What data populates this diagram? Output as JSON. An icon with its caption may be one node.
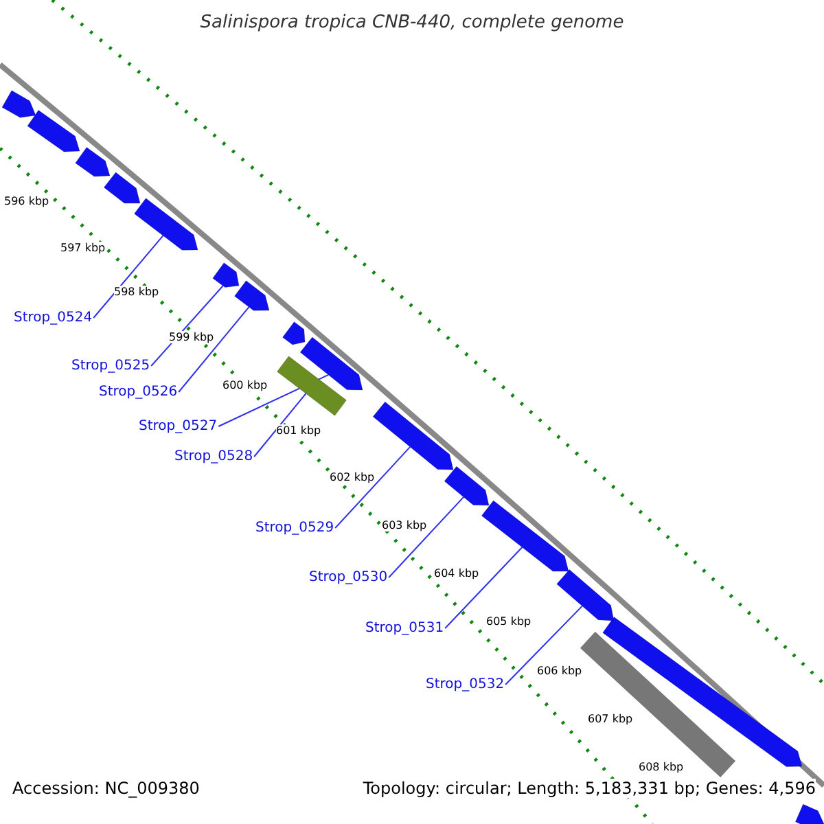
{
  "diagram": {
    "title": "Salinispora tropica CNB-440, complete genome",
    "nodes": [
      {
        "text": [],
        "shape": "arrow"
      },
      {
        "text": [],
        "shape": "arrow"
      },
      {
        "text": [],
        "shape": "arrow"
      },
      {
        "text": [],
        "shape": "arrow"
      },
      {
        "text": [],
        "shape": "arrow"
      },
      {
        "text": [],
        "shape": "arrow"
      },
      {
        "text": [],
        "shape": "arrow"
      },
      {
        "text": [],
        "shape": "arrow"
      },
      {
        "text": [],
        "shape": "arrow"
      },
      {
        "text": [],
        "shape": "bar"
      },
      {
        "text": [],
        "shape": "arrow"
      },
      {
        "text": [],
        "shape": "arrow"
      },
      {
        "text": [],
        "shape": "arrow"
      },
      {
        "text": [],
        "shape": "arrow"
      },
      {
        "text": [],
        "shape": "bar"
      },
      {
        "text": [],
        "shape": "arrow"
      },
      {
        "text": [],
        "shape": "arrow"
      },
      {
        "text": [
          "Strop_0524"
        ]
      },
      {
        "text": [
          "Strop_0525"
        ]
      },
      {
        "text": [
          "Strop_0526"
        ]
      },
      {
        "text": [
          "Strop_0527"
        ]
      },
      {
        "text": [
          "Strop_0528"
        ]
      },
      {
        "text": [
          "Strop_0529"
        ]
      },
      {
        "text": [
          "Strop_0530"
        ]
      },
      {
        "text": [
          "Strop_0531"
        ]
      },
      {
        "text": [
          "Strop_0532"
        ]
      }
    ],
    "edges": [
      {
        "from": 17,
        "to": 4,
        "arrow": "none"
      },
      {
        "from": 18,
        "to": 5,
        "arrow": "none"
      },
      {
        "from": 19,
        "to": 6,
        "arrow": "none"
      },
      {
        "from": 20,
        "to": 8,
        "arrow": "none"
      },
      {
        "from": 21,
        "to": 9,
        "arrow": "none"
      },
      {
        "from": 22,
        "to": 10,
        "arrow": "none"
      },
      {
        "from": 23,
        "to": 11,
        "arrow": "none"
      },
      {
        "from": 24,
        "to": 12,
        "arrow": "none"
      },
      {
        "from": 25,
        "to": 13,
        "arrow": "none"
      }
    ],
    "labels": [
      "596 kbp",
      "597 kbp",
      "598 kbp",
      "599 kbp",
      "600 kbp",
      "601 kbp",
      "602 kbp",
      "603 kbp",
      "604 kbp",
      "605 kbp",
      "606 kbp",
      "607 kbp",
      "608 kbp",
      "Accession: NC_009380",
      "Topology: circular; Length: 5,183,331 bp; Genes: 4,596"
    ]
  }
}
